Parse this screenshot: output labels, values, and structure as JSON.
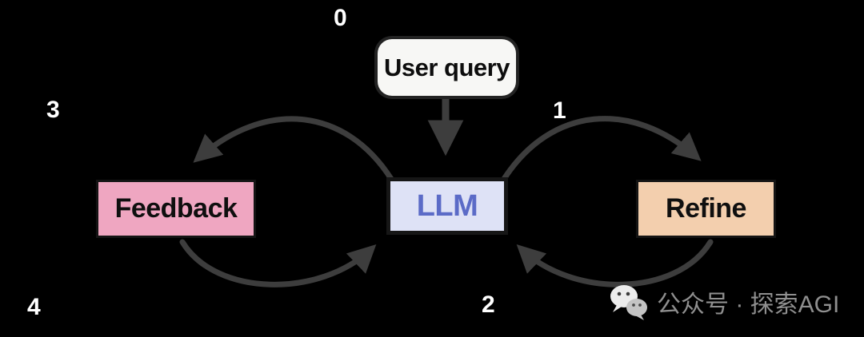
{
  "diagram": {
    "nodes": {
      "user_query": {
        "label": "User query",
        "bg": "#f7f7f5",
        "text_color": "#0d0d0d",
        "shape": "rounded-rect"
      },
      "llm": {
        "label": "LLM",
        "bg": "#dee2f6",
        "text_color": "#5b6bc7",
        "border": "#161616",
        "shape": "rect"
      },
      "feedback": {
        "label": "Feedback",
        "bg": "#efa6c1",
        "text_color": "#0f0f0f",
        "border": "#141414",
        "shape": "rect"
      },
      "refine": {
        "label": "Refine",
        "bg": "#f3cfae",
        "text_color": "#0f0f0f",
        "border": "#141414",
        "shape": "rect"
      }
    },
    "edges": [
      {
        "id": "0",
        "from": "user_query",
        "to": "llm"
      },
      {
        "id": "1",
        "from": "llm",
        "to": "refine"
      },
      {
        "id": "2",
        "from": "refine",
        "to": "llm"
      },
      {
        "id": "3",
        "from": "llm",
        "to": "feedback"
      },
      {
        "id": "4",
        "from": "feedback",
        "to": "llm"
      }
    ],
    "colors": {
      "background": "#000000",
      "arrow": "#3d3d3d",
      "step_label": "#ffffff"
    }
  },
  "watermark": {
    "icon": "wechat-icon",
    "text": "公众号 · 探索AGI"
  }
}
